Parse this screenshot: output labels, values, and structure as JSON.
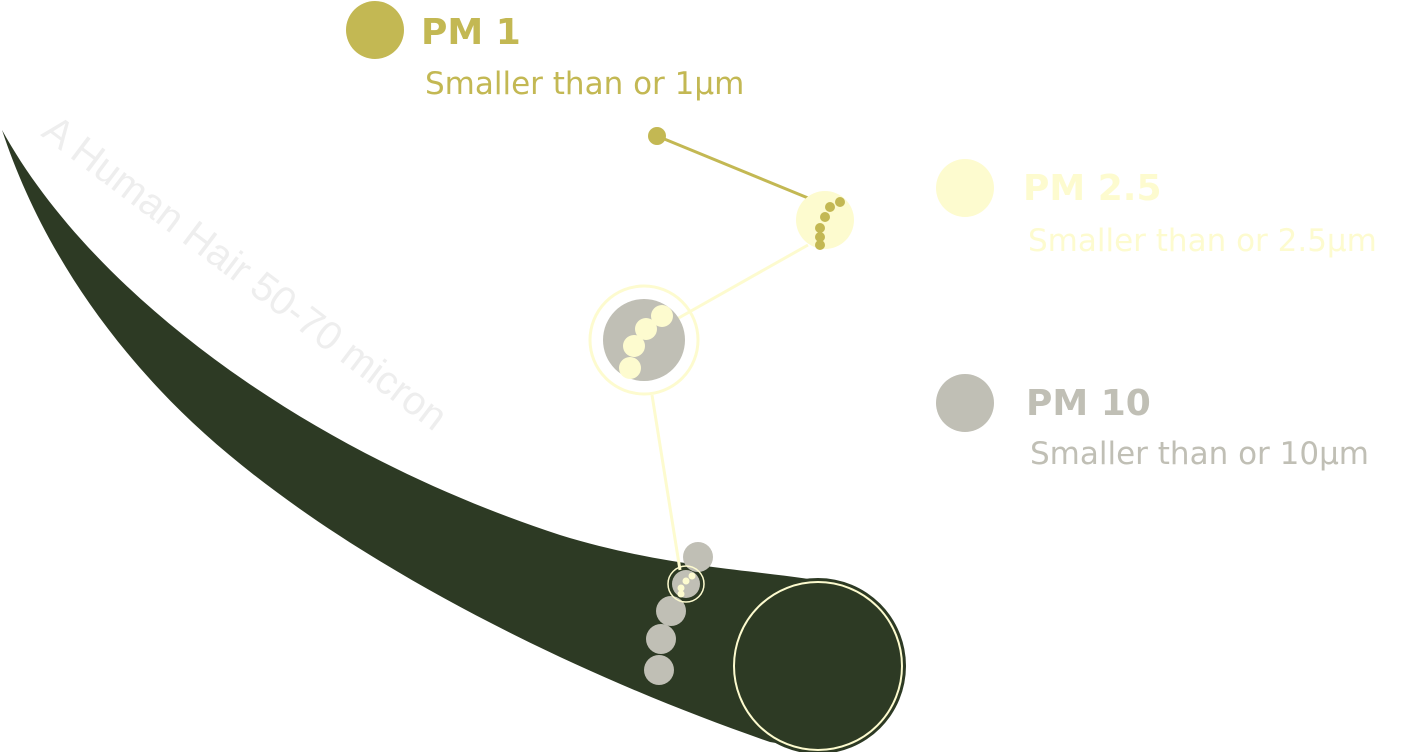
{
  "colors": {
    "pm1": "#c3b853",
    "pm25": "#fdfbcf",
    "pm10": "#c0bfb5",
    "hair": "#2d3a24",
    "hair_label": "#eeeeee"
  },
  "hair_label": "A Human Hair 50-70 micron",
  "legend": [
    {
      "title": "PM 1",
      "subtitle": "Smaller than or 1μm"
    },
    {
      "title": "PM 2.5",
      "subtitle": "Smaller than or 2.5μm"
    },
    {
      "title": "PM 10",
      "subtitle": "Smaller than or 10μm"
    }
  ]
}
